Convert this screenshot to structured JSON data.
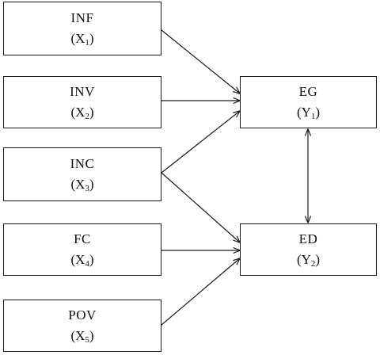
{
  "diagram": {
    "inputs": [
      {
        "label": "INF",
        "var": "X",
        "sub": "1"
      },
      {
        "label": "INV",
        "var": "X",
        "sub": "2"
      },
      {
        "label": "INC",
        "var": "X",
        "sub": "3"
      },
      {
        "label": "FC",
        "var": "X",
        "sub": "4"
      },
      {
        "label": "POV",
        "var": "X",
        "sub": "5"
      }
    ],
    "outputs": [
      {
        "label": "EG",
        "var": "Y",
        "sub": "1"
      },
      {
        "label": "ED",
        "var": "Y",
        "sub": "2"
      }
    ],
    "links": [
      {
        "from": "INF",
        "to": "EG"
      },
      {
        "from": "INV",
        "to": "EG"
      },
      {
        "from": "INC",
        "to": "EG"
      },
      {
        "from": "INC",
        "to": "ED"
      },
      {
        "from": "FC",
        "to": "ED"
      },
      {
        "from": "POV",
        "to": "ED"
      },
      {
        "from": "EG",
        "to": "ED",
        "bidirectional": true
      }
    ],
    "colors": {
      "line": "#1a1a1a",
      "background": "#ffffff"
    }
  }
}
